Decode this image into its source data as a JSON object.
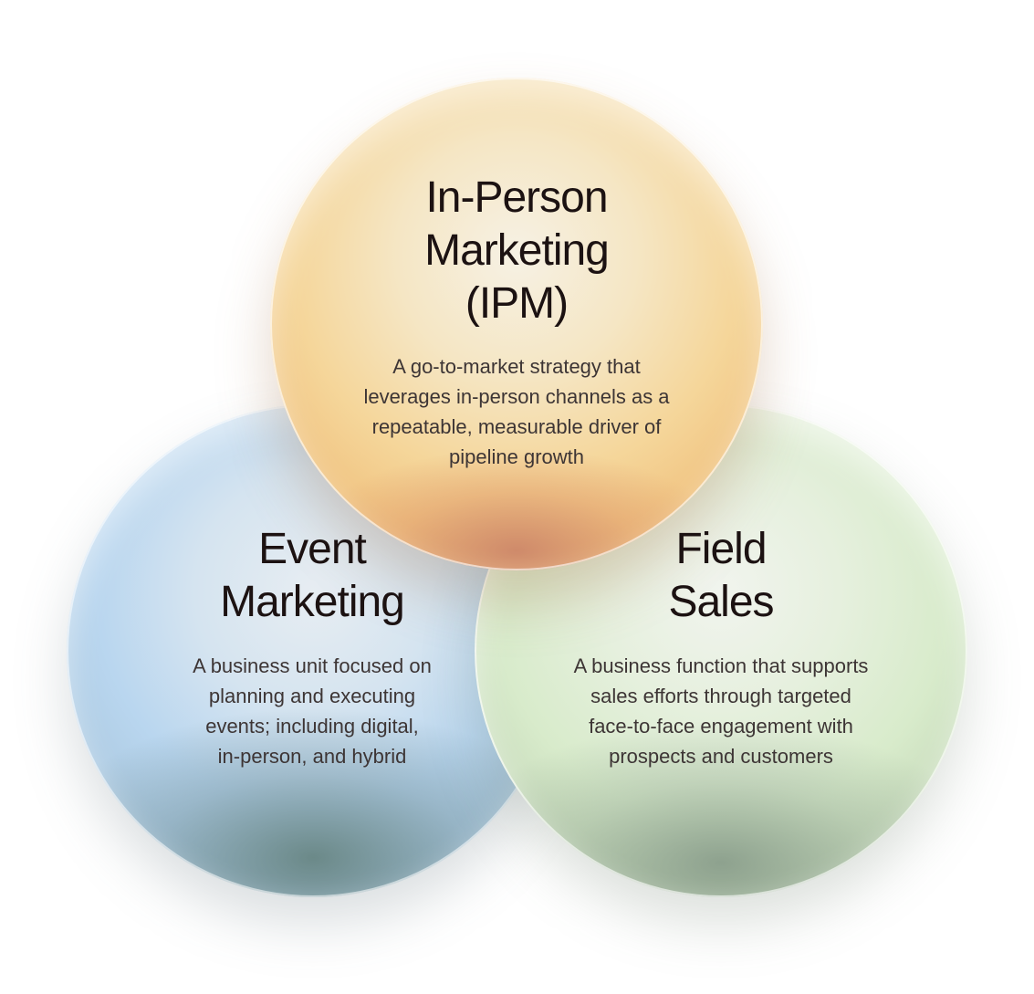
{
  "circles": [
    {
      "id": "ipm",
      "title_lines": [
        "In-Person",
        "Marketing",
        "(IPM)"
      ],
      "desc_lines": [
        "A go-to-market strategy that",
        "leverages in-person channels as a",
        "repeatable, measurable driver of",
        "pipeline growth"
      ],
      "color": "#f5d69a"
    },
    {
      "id": "event",
      "title_lines": [
        "Event",
        "Marketing"
      ],
      "desc_lines": [
        "A business unit focused on",
        "planning and executing",
        "events; including digital,",
        "in-person, and hybrid"
      ],
      "color": "#b9d6ef"
    },
    {
      "id": "field",
      "title_lines": [
        "Field",
        "Sales"
      ],
      "desc_lines": [
        "A business function that supports",
        "sales efforts through targeted",
        "face-to-face engagement with",
        "prospects and customers"
      ],
      "color": "#d8ebcb"
    }
  ]
}
